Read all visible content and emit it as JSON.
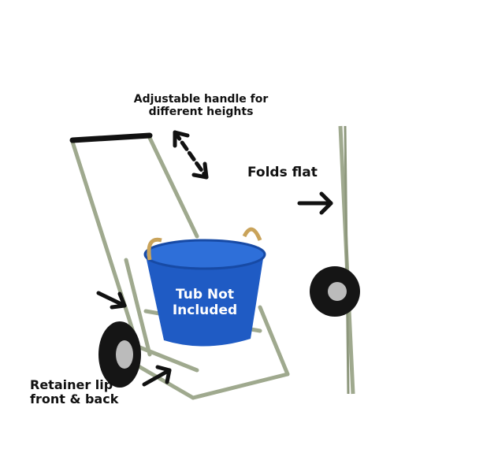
{
  "annotations": {
    "adjustable_handle": "Adjustable handle for different heights",
    "folds_flat": "Folds flat",
    "tub_not_included": "Tub Not Included",
    "retainer_lip": "Retainer lip front & back"
  },
  "colors": {
    "tub": "#1f5bc4",
    "frame": "#a9b39a",
    "tire": "#111111",
    "arrow": "#111111"
  }
}
